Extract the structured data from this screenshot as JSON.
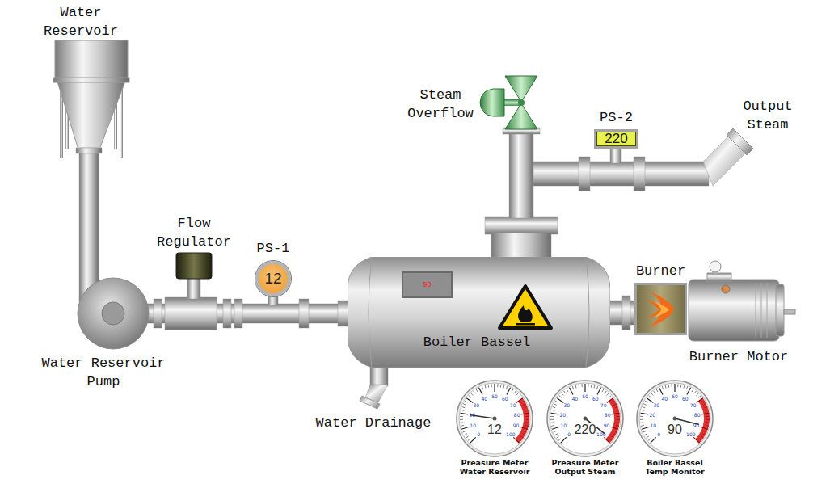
{
  "diagram": {
    "nodes": [
      {
        "text": [
          "PS-2",
          "220"
        ]
      },
      {
        "text": [
          "PS-1",
          "12"
        ]
      },
      {
        "text": [
          "Boiler Bassel"
        ]
      },
      {
        "text": [
          "90"
        ],
        "in": 2
      },
      {
        "text": [
          "Burner"
        ]
      },
      {
        "text": [
          "12",
          "Preasure Meter Water Reservoir"
        ]
      },
      {
        "text": [
          "220",
          "Preasure Meter Output Steam"
        ]
      },
      {
        "text": [
          "90",
          "Boiler Bassel Temp Monitor"
        ]
      }
    ],
    "labels": [
      "Water Reservoir",
      "Steam Overflow",
      "Output Steam",
      "Flow Regulator",
      "Water Reservoir Pump",
      "Burner Motor",
      "Water Drainage",
      "0",
      "10",
      "20",
      "30",
      "40",
      "50",
      "60",
      "70",
      "80",
      "90",
      "100",
      "0",
      "10",
      "20",
      "30",
      "40",
      "50",
      "60",
      "70",
      "80",
      "90",
      "100",
      "0",
      "10",
      "20",
      "30",
      "40",
      "50",
      "60",
      "70",
      "80",
      "90",
      "100"
    ]
  }
}
